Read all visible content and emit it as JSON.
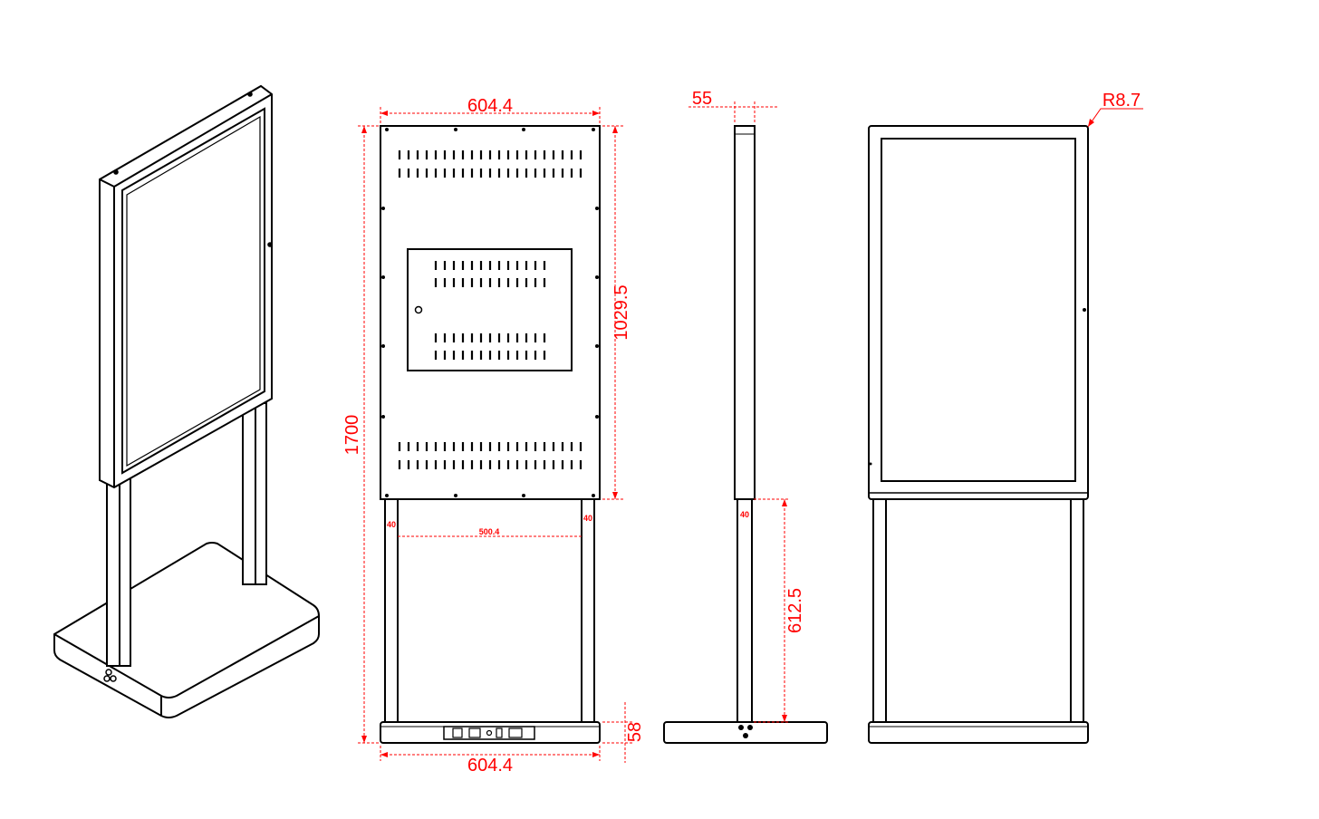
{
  "colors": {
    "line": "#000000",
    "dimension": "#ff0000",
    "background": "#ffffff"
  },
  "dimensions": {
    "top_width": "604.4",
    "height_total": "1700",
    "screen_height": "1029.5",
    "leg_spacing": "500.4",
    "leg_left": "40",
    "leg_right": "40",
    "base_width": "604.4",
    "base_height": "58",
    "side_depth": "55",
    "side_leg": "40",
    "side_leg_height": "612.5",
    "corner_radius": "R8.7"
  }
}
